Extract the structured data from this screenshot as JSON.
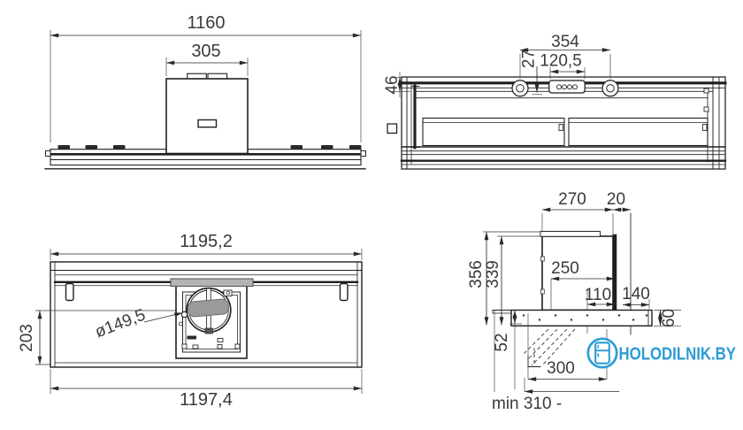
{
  "drawing": {
    "views": {
      "top_view": {
        "dims": {
          "overall_width": "1160",
          "duct_box_width": "305"
        }
      },
      "front_view": {
        "dims": {
          "lamp_spacing": "354",
          "control_panel_width": "120,5",
          "control_offset": "27",
          "frame_height": "46"
        }
      },
      "bottom_view": {
        "dims": {
          "body_width": "1195,2",
          "overall_width": "1197,4",
          "duct_center_offset": "203",
          "duct_diameter": "ø149,5"
        }
      },
      "side_view": {
        "dims": {
          "duct_box_depth": "270",
          "rear_gap": "20",
          "total_height": "356",
          "duct_box_height": "339",
          "inner_depth": "250",
          "duct_offset": "110",
          "rear_depth": "140",
          "body_height": "60",
          "front_height": "52",
          "cutout_depth": "300",
          "min_niche_depth": "min 310 -"
        }
      }
    }
  },
  "logo": {
    "text": "HOLODILNIK.BY",
    "color": "#2D9BD5",
    "icon": "fridge-icon"
  },
  "colors": {
    "background": "#ffffff",
    "line": "#1f1f1f",
    "dim_text": "#3a3a3a",
    "damper_fill": "#9a9a9a",
    "plate_fill": "#b3b3b3"
  }
}
